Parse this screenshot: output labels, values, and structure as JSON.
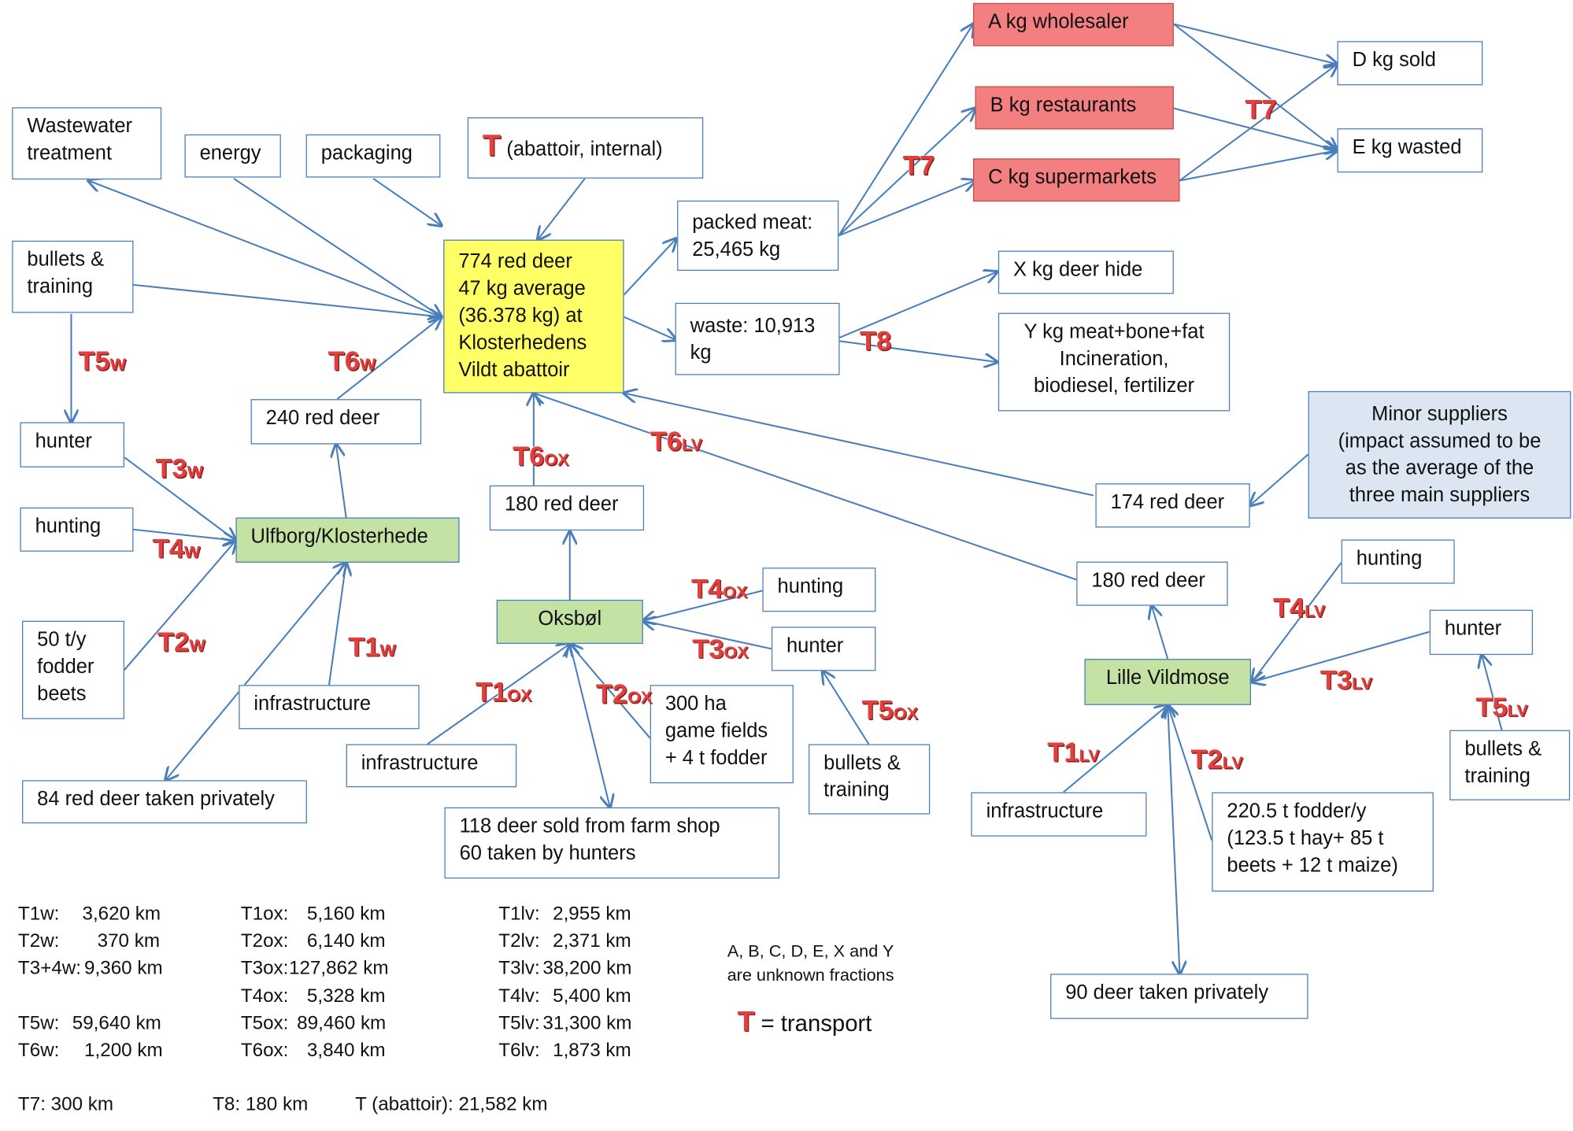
{
  "boxes": {
    "wastewater": "Wastewater\ntreatment",
    "energy": "energy",
    "packaging": "packaging",
    "abattoir_t": "T",
    "abattoir_text": "(abattoir, internal)",
    "bullets_w": "bullets &\ntraining",
    "abattoir": "774 red deer\n47 kg average\n(36.378 kg) at\nKlosterhedens\nVildt abattoir",
    "packed": "packed meat:\n25,465 kg",
    "waste": "waste: 10,913\nkg",
    "wholesaler": "A kg wholesaler",
    "restaurants": "B kg restaurants",
    "supermarkets": "C kg supermarkets",
    "sold": "D kg sold",
    "wasted": "E kg wasted",
    "hide": "X kg deer hide",
    "meatbone": "Y kg meat+bone+fat\nIncineration,\nbiodiesel, fertilizer",
    "minor": "Minor suppliers\n(impact assumed to be\nas the average of the\nthree main suppliers",
    "hunter_w": "hunter",
    "hunting_w": "hunting",
    "deer240": "240 red deer",
    "ulfborg": "Ulfborg/Klosterhede",
    "fodder_w": "50 t/y\nfodder\nbeets",
    "infra_w": "infrastructure",
    "private84": "84 red deer taken privately",
    "deer180ox": "180 red deer",
    "deer174": "174 red deer",
    "oksbol": "Oksbøl",
    "hunting_ox": "hunting",
    "hunter_ox": "hunter",
    "infra_ox": "infrastructure",
    "gamefields": "300 ha\ngame fields\n+ 4 t fodder",
    "bullets_ox": "bullets &\ntraining",
    "farmshop": "118 deer sold from farm shop\n60 taken by hunters",
    "deer180lv": "180 red deer",
    "hunting_lv": "hunting",
    "hunter_lv": "hunter",
    "lille": "Lille Vildmose",
    "bullets_lv": "bullets &\ntraining",
    "infra_lv": "infrastructure",
    "fodder_lv": "220.5 t fodder/y\n(123.5 t hay+  85 t\nbeets + 12 t maize)",
    "private90": "90 deer taken privately"
  },
  "transport_labels": [
    {
      "main": "T7",
      "sub": ""
    },
    {
      "main": "T7",
      "sub": ""
    },
    {
      "main": "T8",
      "sub": ""
    },
    {
      "main": "T5",
      "sub": "W"
    },
    {
      "main": "T6",
      "sub": "W"
    },
    {
      "main": "T3",
      "sub": "W"
    },
    {
      "main": "T4",
      "sub": "W"
    },
    {
      "main": "T2",
      "sub": "W"
    },
    {
      "main": "T1",
      "sub": "W"
    },
    {
      "main": "T6",
      "sub": "OX"
    },
    {
      "main": "T6",
      "sub": "LV"
    },
    {
      "main": "T4",
      "sub": "OX"
    },
    {
      "main": "T3",
      "sub": "OX"
    },
    {
      "main": "T1",
      "sub": "OX"
    },
    {
      "main": "T2",
      "sub": "OX"
    },
    {
      "main": "T5",
      "sub": "OX"
    },
    {
      "main": "T4",
      "sub": "LV"
    },
    {
      "main": "T3",
      "sub": "LV"
    },
    {
      "main": "T5",
      "sub": "LV"
    },
    {
      "main": "T1",
      "sub": "LV"
    },
    {
      "main": "T2",
      "sub": "LV"
    }
  ],
  "distances": {
    "w": [
      {
        "label": "T1w:",
        "value": "3,620 km"
      },
      {
        "label": "T2w:",
        "value": "370 km"
      },
      {
        "label": "T3+4w:",
        "value": "9,360 km"
      },
      {
        "label": "T5w:",
        "value": "59,640 km"
      },
      {
        "label": "T6w:",
        "value": "1,200 km"
      }
    ],
    "ox": [
      {
        "label": "T1ox:",
        "value": "5,160 km"
      },
      {
        "label": "T2ox:",
        "value": "6,140 km"
      },
      {
        "label": "T3ox:",
        "value": "127,862 km"
      },
      {
        "label": "T4ox:",
        "value": "5,328 km"
      },
      {
        "label": "T5ox:",
        "value": "89,460 km"
      },
      {
        "label": "T6ox:",
        "value": "3,840 km"
      }
    ],
    "lv": [
      {
        "label": "T1lv:",
        "value": "2,955 km"
      },
      {
        "label": "T2lv:",
        "value": "2,371 km"
      },
      {
        "label": "T3lv:",
        "value": "38,200 km"
      },
      {
        "label": "T4lv:",
        "value": "5,400 km"
      },
      {
        "label": "T5lv:",
        "value": "31,300 km"
      },
      {
        "label": "T6lv:",
        "value": "1,873 km"
      }
    ],
    "t7": "T7:  300 km",
    "t8": "T8: 180 km",
    "tab": "T (abattoir):  21,582 km"
  },
  "note": "A, B, C, D, E, X and Y\nare unknown fractions",
  "legend": {
    "t": "T",
    "text": " = transport"
  },
  "colors": {
    "edge": "#4a7ebb",
    "red_box": "#f47f80",
    "yellow_box": "#ffff66",
    "green_box": "#c3e2a4",
    "blue_box": "#dce6f2",
    "transport": "#e0413e"
  }
}
